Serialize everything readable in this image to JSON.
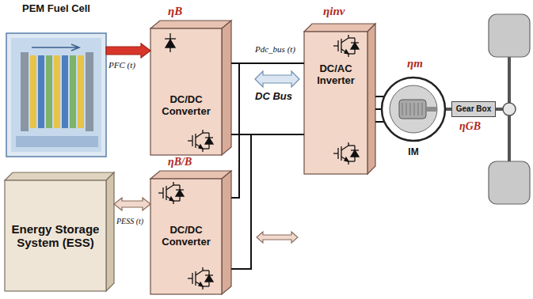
{
  "diagram": {
    "nodes": [
      {
        "text": [
          "PEM Fuel Cell"
        ]
      },
      {
        "text": [
          "DC/DC Converter"
        ]
      },
      {
        "text": [
          "Energy Storage System (ESS)"
        ]
      },
      {
        "text": [
          "DC/DC Converter"
        ]
      },
      {
        "text": [
          "DC/AC Inverter"
        ]
      },
      {
        "text": [
          "IM"
        ]
      },
      {
        "text": [
          "Gear Box"
        ]
      }
    ],
    "edges": [
      {
        "from": 0,
        "to": 1,
        "arrow": "to",
        "label": "PFC (t)"
      },
      {
        "from": 2,
        "to": 3,
        "arrow": "both",
        "label": "PESS (t)"
      },
      {
        "from": 1,
        "to": 4,
        "arrow": "none"
      },
      {
        "from": 3,
        "to": 4,
        "arrow": "none"
      },
      {
        "from": 4,
        "to": 5,
        "arrow": "none"
      },
      {
        "from": 5,
        "to": 6,
        "arrow": "none"
      }
    ],
    "labels": [
      "ηB",
      "ηB/B",
      "Pdc_bus (t)",
      "DC Bus",
      "ηinv",
      "ηm",
      "ηGB"
    ]
  }
}
